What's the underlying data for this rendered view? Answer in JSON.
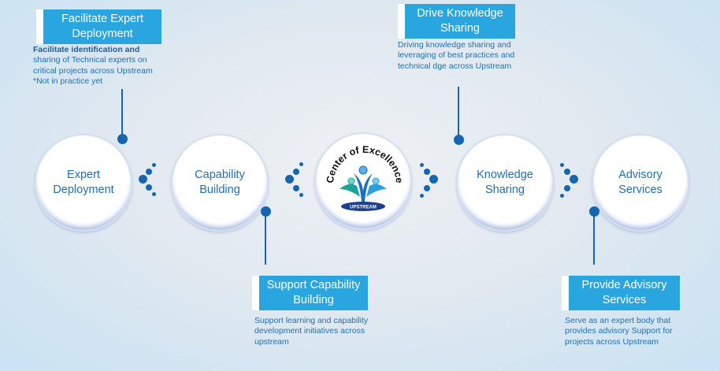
{
  "colors": {
    "accent": "#29a6e0",
    "primary_text": "#1f6fb3",
    "connector": "#1565b0"
  },
  "callouts": {
    "expert": {
      "title_line1": "Facilitate Expert",
      "title_line2": "Deployment",
      "desc_line1": "Facilitate identification and",
      "desc_line2": "sharing of Technical experts on",
      "desc_line3": "critical projects across Upstream",
      "desc_line4": "*Not in practice yet"
    },
    "knowledge": {
      "title_line1": "Drive Knowledge",
      "title_line2": "Sharing",
      "desc_line1": "Driving knowledge sharing and",
      "desc_line2": "leveraging of best practices and",
      "desc_line3": "technical dge across Upstream"
    },
    "capability": {
      "title_line1": "Support Capability",
      "title_line2": "Building",
      "desc_line1": "Support learning and capability",
      "desc_line2": "development initiatives across",
      "desc_line3": "upstream"
    },
    "advisory": {
      "title_line1": "Provide Advisory",
      "title_line2": "Services",
      "desc_line1": "Serve as an expert body that",
      "desc_line2": "provides advisory Support for",
      "desc_line3": "projects across Upstream"
    }
  },
  "nodes": {
    "expert": {
      "line1": "Expert",
      "line2": "Deployment"
    },
    "capability": {
      "line1": "Capability",
      "line2": "Building"
    },
    "knowledge": {
      "line1": "Knowledge",
      "line2": "Sharing"
    },
    "advisory": {
      "line1": "Advisory",
      "line2": "Services"
    }
  },
  "logo": {
    "arc_text": "Center of Excellence",
    "banner_text": "UPSTREAM"
  }
}
